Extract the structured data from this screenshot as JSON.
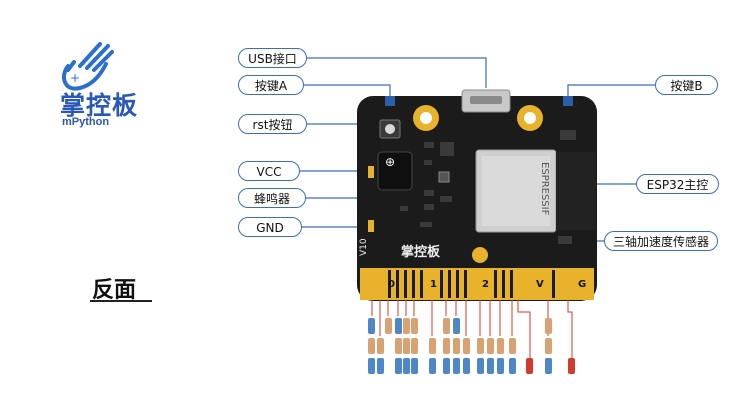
{
  "logo": {
    "name": "掌控板",
    "sub": "mPython"
  },
  "heading": "反面",
  "labels": {
    "usb": "USB接口",
    "button_a": "按键A",
    "rst": "rst按钮",
    "vcc": "VCC",
    "buzzer": "蜂鸣器",
    "gnd": "GND",
    "button_b": "按键B",
    "esp32": "ESP32主控",
    "accelerometer": "三轴加速度传感器"
  },
  "chip": {
    "brand": "ESPRESSIF"
  },
  "silkscreen": {
    "board_name": "掌控板",
    "version": "V10"
  },
  "pads": [
    "0",
    "1",
    "2",
    "V",
    "G"
  ],
  "colors": {
    "accent": "#3c6db8",
    "board": "#1b1b1b",
    "gold": "#e8b22a",
    "pin_blue": "#4e86c6",
    "pin_tan": "#d9a272",
    "pin_red": "#d23a2e"
  }
}
